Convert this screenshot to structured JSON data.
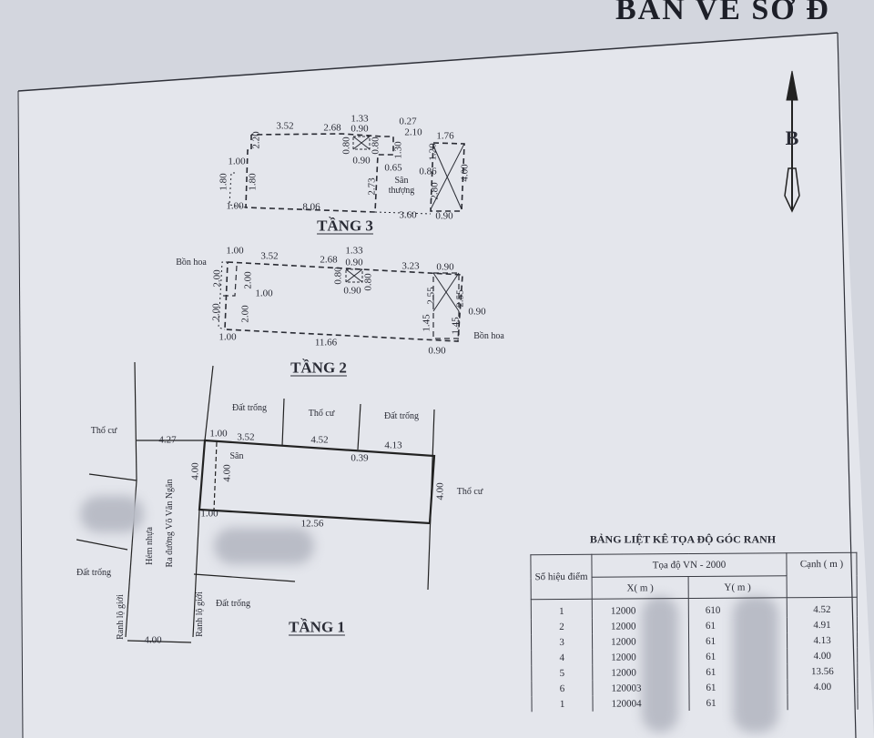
{
  "header": {
    "title": "BẢN VẼ SƠ Đ"
  },
  "compass": {
    "label": "B",
    "icon": "north-arrow-icon"
  },
  "floor3": {
    "title": "TẦNG 3",
    "labels": [
      "3.52",
      "2.68",
      "1.33",
      "0.90",
      "0.80",
      "0.80",
      "0.90",
      "0.27",
      "2.10",
      "1.76",
      "1.30",
      "1.20",
      "0.86",
      "0.65",
      "2.20",
      "1.00",
      "1.80",
      "1.80",
      "2.73",
      "Sân",
      "thượng",
      "2.80",
      "4.00",
      "1.00",
      "8.06",
      "3.60",
      "0.90"
    ]
  },
  "floor2": {
    "title": "TẦNG 2",
    "labels": [
      "1.00",
      "Bồn hoa",
      "3.52",
      "2.68",
      "1.33",
      "0.90",
      "3.23",
      "0.90",
      "0.80",
      "0.80",
      "0.90",
      "2.00",
      "2.00",
      "1.00",
      "0.90",
      "2.55",
      "2.55",
      "2.00",
      "2.00",
      "1.45",
      "1.45",
      "Bồn hoa",
      "1.00",
      "11.66",
      "0.90"
    ]
  },
  "floor1": {
    "title": "TẦNG 1",
    "labels": [
      "Đất trống",
      "Thổ cư",
      "Đất trống",
      "Thổ cư",
      "4.27",
      "1.00",
      "3.52",
      "4.52",
      "4.13",
      "0.39",
      "Sân",
      "4.00",
      "4.00",
      "4.00",
      "Thổ cư",
      "1.00",
      "12.56",
      "Hẻm nhựa",
      "Ra đường Võ Văn Ngân",
      "Đất trống",
      "Ranh lộ giới",
      "Ranh lộ giới",
      "Đất trống",
      "4.00"
    ]
  },
  "coord_table": {
    "title": "BẢNG LIỆT KÊ TỌA ĐỘ GÓC RANH",
    "headers": {
      "point": "Số hiệu điểm",
      "system": "Tọa độ VN - 2000",
      "x": "X( m )",
      "y": "Y( m )",
      "edge": "Cạnh ( m )"
    },
    "rows": [
      {
        "point": "1",
        "x": "12000",
        "y": "610",
        "edge": "4.52"
      },
      {
        "point": "2",
        "x": "12000",
        "y": "61",
        "edge": "4.91"
      },
      {
        "point": "3",
        "x": "12000",
        "y": "61",
        "edge": "4.13"
      },
      {
        "point": "4",
        "x": "12000",
        "y": "61",
        "edge": "4.00"
      },
      {
        "point": "5",
        "x": "12000",
        "y": "61",
        "edge": "13.56"
      },
      {
        "point": "6",
        "x": "120003",
        "y": "61",
        "edge": "4.00"
      },
      {
        "point": "1",
        "x": "120004",
        "y": "61",
        "edge": ""
      }
    ]
  }
}
